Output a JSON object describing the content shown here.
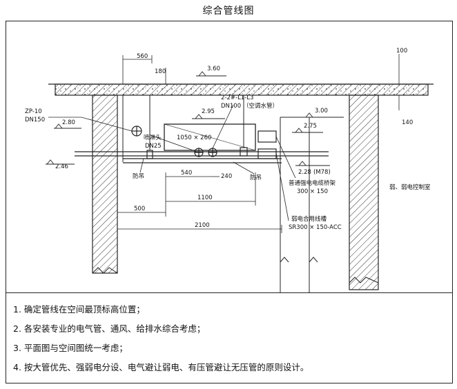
{
  "title": "综合管线图",
  "drawing": {
    "dims": {
      "d560": "560",
      "d180": "180",
      "d100": "100",
      "d140": "140",
      "d540": "540",
      "d240": "240",
      "d1100": "1100",
      "d500": "500",
      "d2100": "2100",
      "d1050x260": "1050 × 260"
    },
    "elevations": {
      "e360": "3.60",
      "e295": "2.95",
      "e300": "3.00",
      "e275": "2.75",
      "e280": "2.80",
      "e246": "2.46",
      "e228": "2.28"
    },
    "labels": {
      "zp": "ZP-10",
      "dn150": "DN150",
      "ac_pipe_code": "2-2#-L1-L3",
      "ac_pipe_size": "DN100",
      "ac_pipe_name": "（空调水管）",
      "sprinkler": "喷淋头",
      "dn25": "DN25",
      "hanger_left": "防吊",
      "hanger_right": "防吊",
      "strong_tray": "普通强电电缆桥架",
      "strong_tray_size": "300 × 150",
      "weak_tray": "弱电合用线槽",
      "weak_tray_size": "SR300 × 150-ACC",
      "room": "弱、弱电控制室",
      "marker": "(M78)"
    }
  },
  "notes": [
    "1. 确定管线在空间最顶标高位置；",
    "2. 各安装专业的电气管、通风、给排水综合考虑；",
    "3. 平面图与空间图统一考虑；",
    "4. 按大管优先、强弱电分设、电气避让弱电、有压管避让无压管的原则设计。"
  ]
}
